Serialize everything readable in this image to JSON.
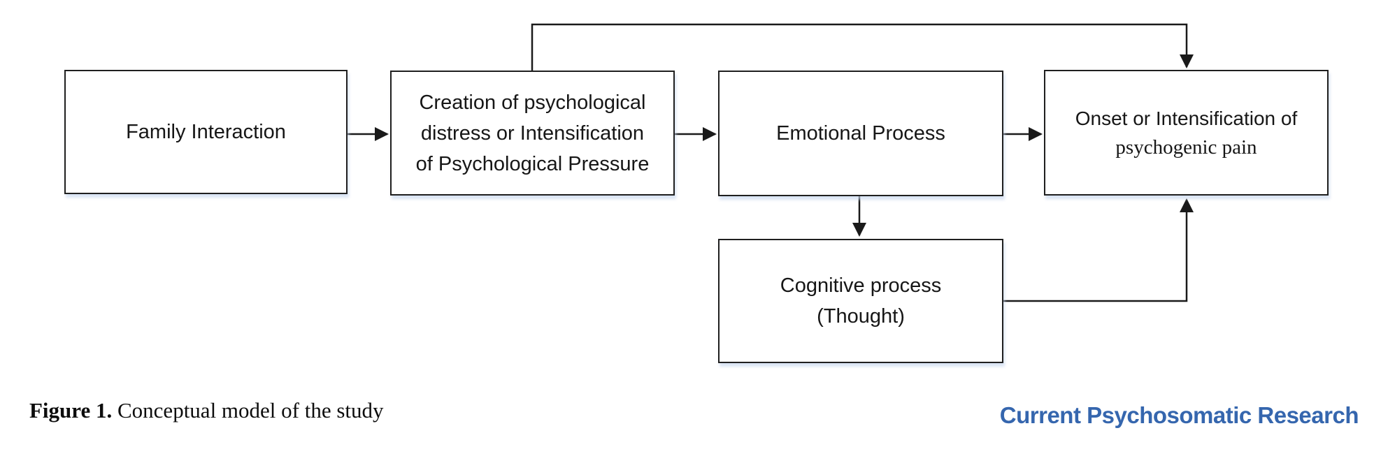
{
  "figure": {
    "caption_prefix": "Figure 1.",
    "caption_text": " Conceptual model of the study"
  },
  "journal": {
    "name": "Current Psychosomatic Research",
    "color": "#3566ae"
  },
  "diagram": {
    "line_color": "#1a1a1a",
    "nodes": {
      "family": {
        "label": "Family Interaction"
      },
      "creation": {
        "label": [
          "Creation of psychological",
          "distress or Intensification",
          "of Psychological Pressure"
        ]
      },
      "emotional": {
        "label": "Emotional Process"
      },
      "onset": {
        "line1": "Onset or Intensification of",
        "line2": "psychogenic pain"
      },
      "cognitive": {
        "label": [
          "Cognitive process",
          "(Thought)"
        ]
      }
    },
    "edges": [
      {
        "from": "family-interaction",
        "to": "creation-of-psychological-distress"
      },
      {
        "from": "creation-of-psychological-distress",
        "to": "emotional-process"
      },
      {
        "from": "emotional-process",
        "to": "onset-of-psychogenic-pain"
      },
      {
        "from": "emotional-process",
        "to": "cognitive-process"
      },
      {
        "from": "creation-of-psychological-distress",
        "to": "onset-of-psychogenic-pain",
        "route": "over-the-top"
      },
      {
        "from": "cognitive-process",
        "to": "onset-of-psychogenic-pain",
        "route": "under-then-up"
      }
    ]
  }
}
